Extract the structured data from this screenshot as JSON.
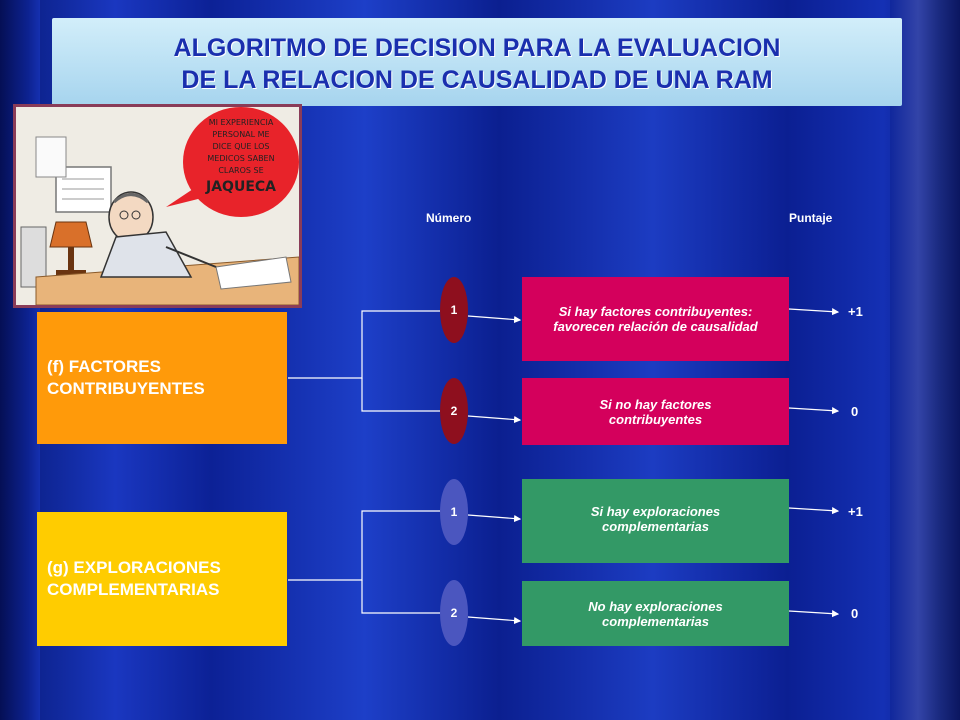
{
  "title": {
    "line1": "ALGORITMO DE DECISION PARA LA EVALUACION",
    "line2": "DE LA RELACION DE CAUSALIDAD DE UNA RAM"
  },
  "cartoon": {
    "bubble_text": "MI EXPERIENCIA PERSONAL ME DICE QUE LOS MEDICOS SABEN CLAROS SE JAQUECA",
    "highlight": "JAQUECA"
  },
  "headers": {
    "numero": "Número",
    "puntaje": "Puntaje"
  },
  "groups": [
    {
      "category": "(f) FACTORES CONTRIBUYENTES",
      "options": [
        {
          "number": "1",
          "text": "Si hay factores contribuyentes: favorecen relación de causalidad",
          "score": "+1"
        },
        {
          "number": "2",
          "text": "Si no hay factores contribuyentes",
          "score": "0"
        }
      ]
    },
    {
      "category": "(g) EXPLORACIONES COMPLEMENTARIAS",
      "options": [
        {
          "number": "1",
          "text": "Si hay exploraciones complementarias",
          "score": "+1"
        },
        {
          "number": "2",
          "text": "No hay exploraciones complementarias",
          "score": "0"
        }
      ]
    }
  ],
  "colors": {
    "category_f": "#ff9a0a",
    "category_g": "#ffcc00",
    "desc_f": "#d4005c",
    "desc_g": "#339966",
    "oval_f": "#8e0f1e",
    "oval_g": "#4b56bf",
    "title_text": "#1a2fae"
  }
}
